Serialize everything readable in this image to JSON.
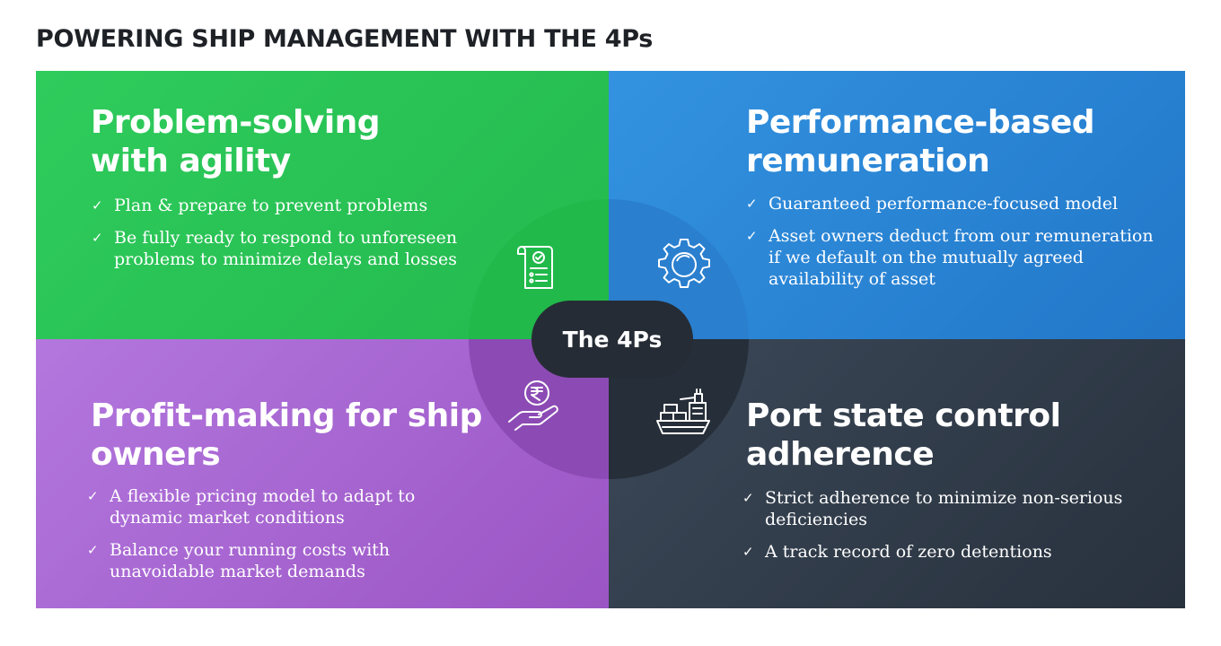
{
  "title": "POWERING SHIP MANAGEMENT WITH THE 4Ps",
  "center_label": "The 4Ps",
  "colors": {
    "green": "#27c153",
    "blue": "#2c85d4",
    "purple": "#a866d2",
    "dark": "#313b48",
    "pill": "#262c35"
  },
  "quadrants": [
    {
      "heading": "Problem-solving\nwith agility",
      "icon": "document-check-icon",
      "bullets": [
        "Plan & prepare to prevent problems",
        "Be fully ready to respond to unforeseen problems to minimize delays and losses"
      ]
    },
    {
      "heading": "Performance-based\nremuneration",
      "icon": "gear-icon",
      "bullets": [
        "Guaranteed performance-focused model",
        "Asset owners deduct from our remuneration if we default on the mutually agreed availability of asset"
      ]
    },
    {
      "heading": "Profit-making for ship\nowners",
      "icon": "rupee-hand-icon",
      "bullets": [
        "A flexible pricing model to adapt to dynamic market conditions",
        "Balance your running costs with unavoidable market demands"
      ]
    },
    {
      "heading": "Port state control\nadherence",
      "icon": "ship-icon",
      "bullets": [
        "Strict adherence to minimize non-serious deficiencies",
        "A track record of zero detentions"
      ]
    }
  ]
}
